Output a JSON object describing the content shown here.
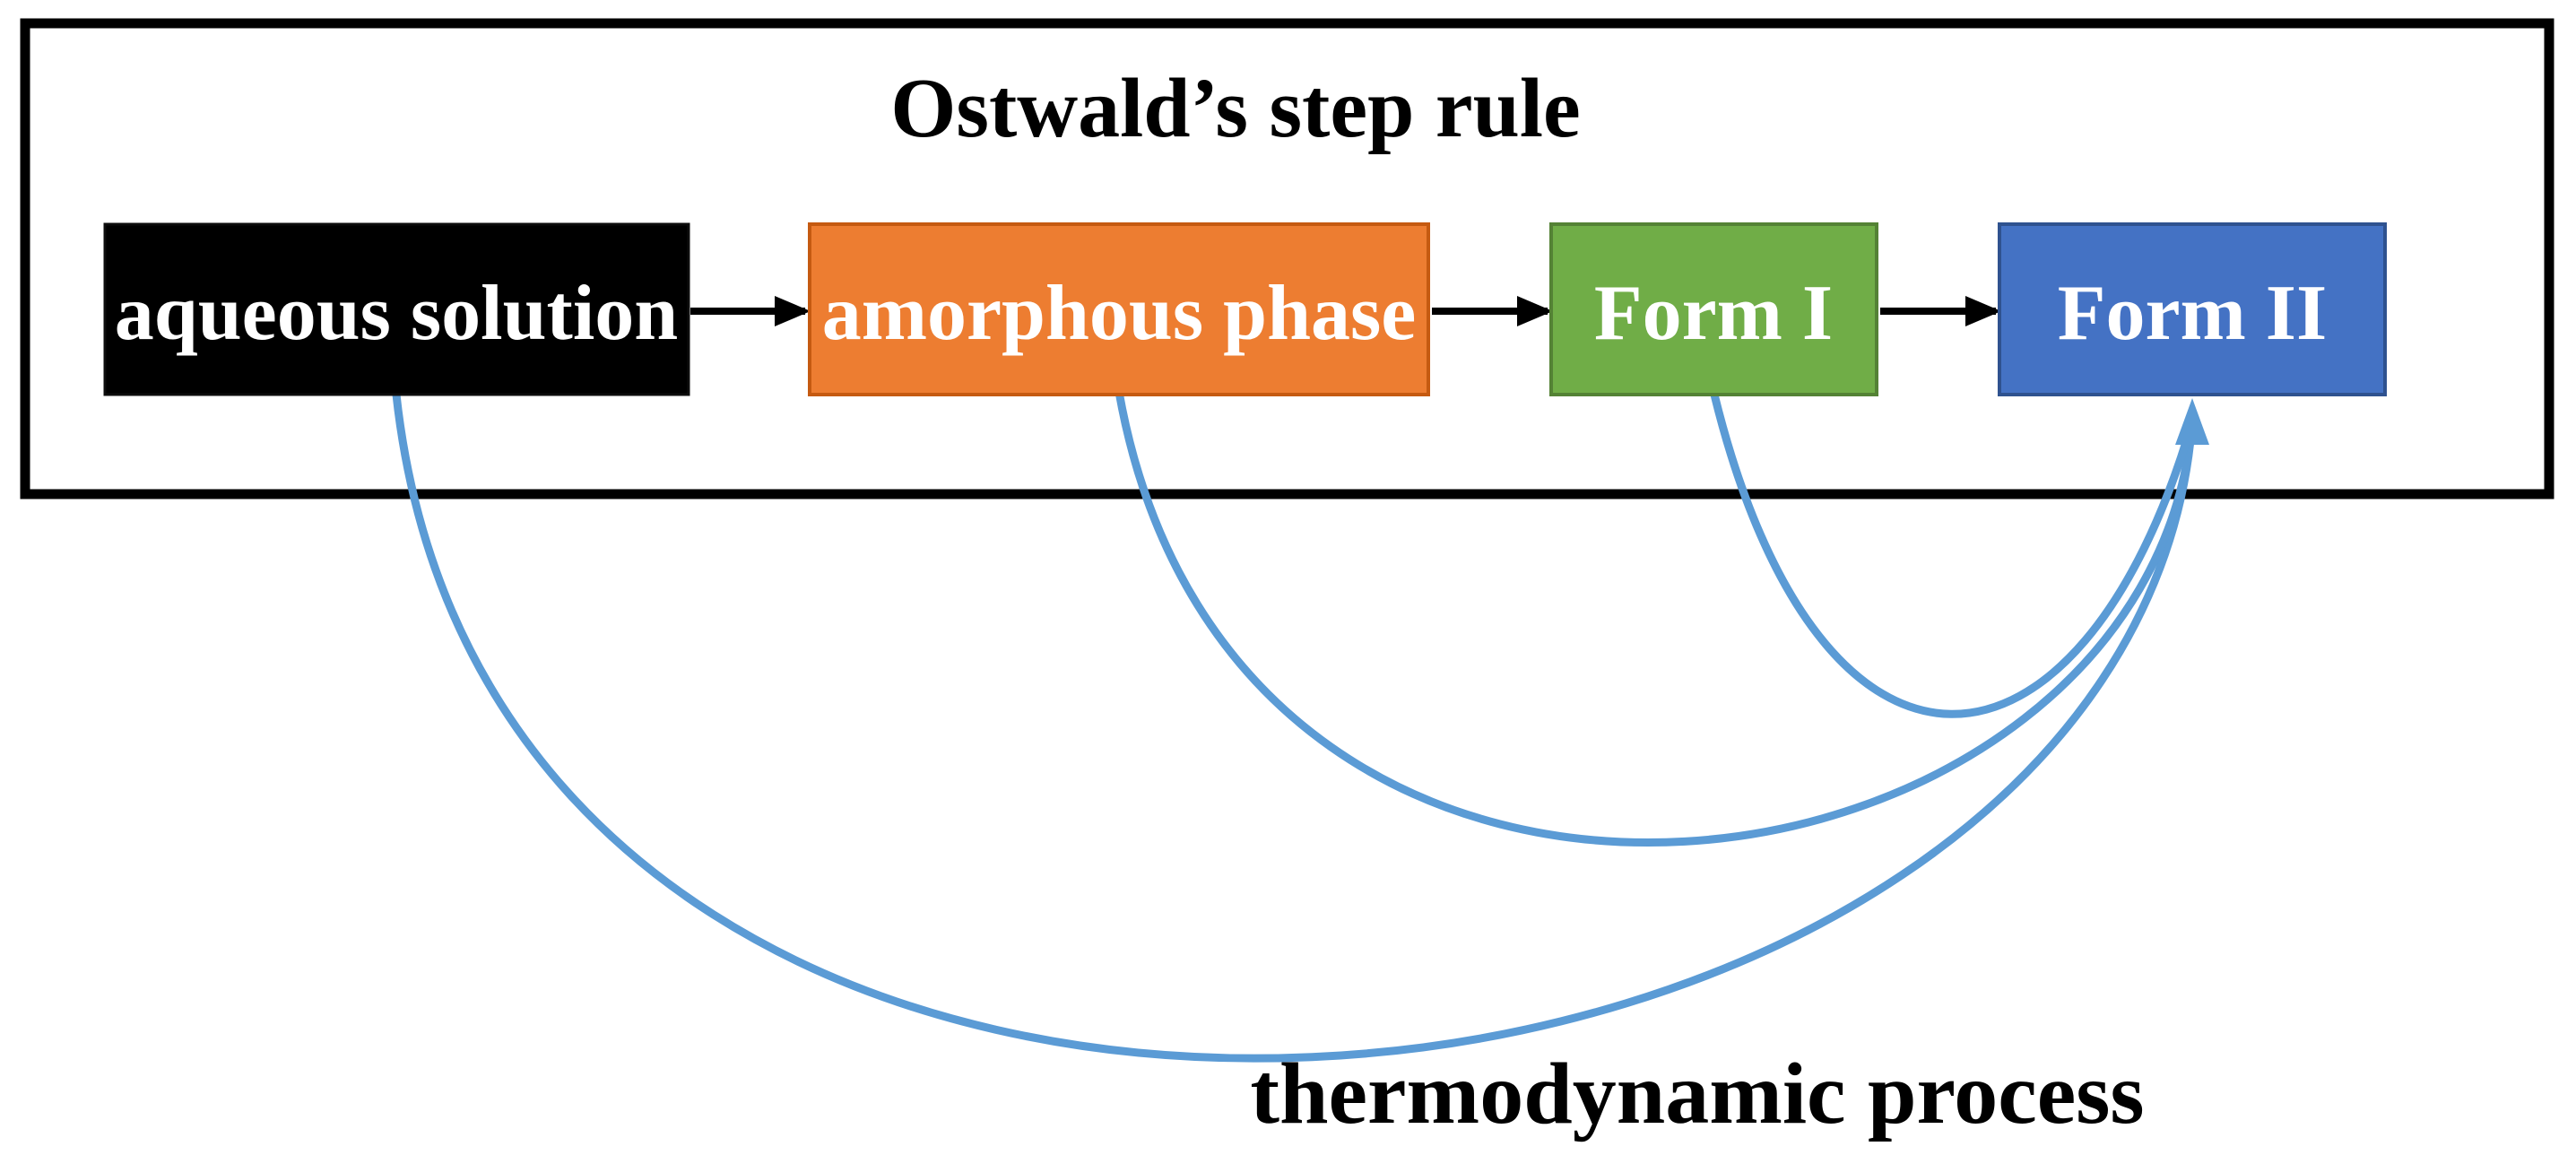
{
  "diagram": {
    "title": "Ostwald’s step rule",
    "bottom_label": "thermodynamic process",
    "frame_color": "#000000",
    "text_color": "#000000",
    "kinetic_arrow_color": "#000000",
    "thermo_curve_color": "#5B9BD5",
    "boxes": [
      {
        "label": "aqueous solution",
        "fill": "#000000",
        "border": "#0d0d0d",
        "text_color": "#ffffff"
      },
      {
        "label": "amorphous phase",
        "fill": "#ED7D31",
        "border": "#C55A11",
        "text_color": "#ffffff"
      },
      {
        "label": "Form I",
        "fill": "#70AD47",
        "border": "#548235",
        "text_color": "#ffffff"
      },
      {
        "label": "Form II",
        "fill": "#4472C4",
        "border": "#2F528F",
        "text_color": "#ffffff"
      }
    ]
  }
}
